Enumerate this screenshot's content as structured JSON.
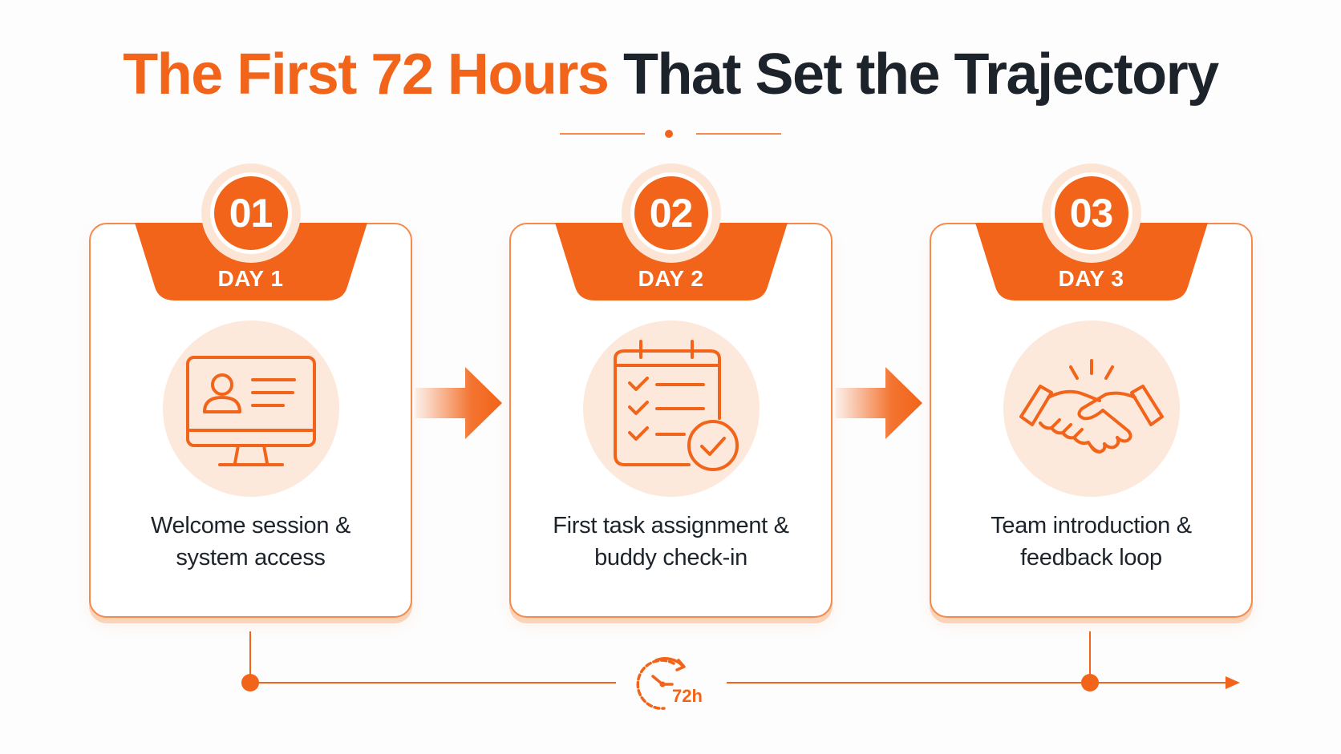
{
  "title": {
    "accent": "The First 72 Hours",
    "rest": "That Set the Trajectory"
  },
  "colors": {
    "accent": "#f26419",
    "text": "#1d232b",
    "soft": "#fde9dc"
  },
  "cards": [
    {
      "number": "01",
      "day": "DAY 1",
      "icon": "computer-profile-icon",
      "text_line1": "Welcome session &",
      "text_line2": "system access"
    },
    {
      "number": "02",
      "day": "DAY 2",
      "icon": "calendar-checklist-icon",
      "text_line1": "First task assignment &",
      "text_line2": "buddy check-in"
    },
    {
      "number": "03",
      "day": "DAY 3",
      "icon": "handshake-icon",
      "text_line1": "Team introduction &",
      "text_line2": "feedback loop"
    }
  ],
  "timeline": {
    "clock_label": "72h",
    "clock_icon": "clock-icon"
  }
}
